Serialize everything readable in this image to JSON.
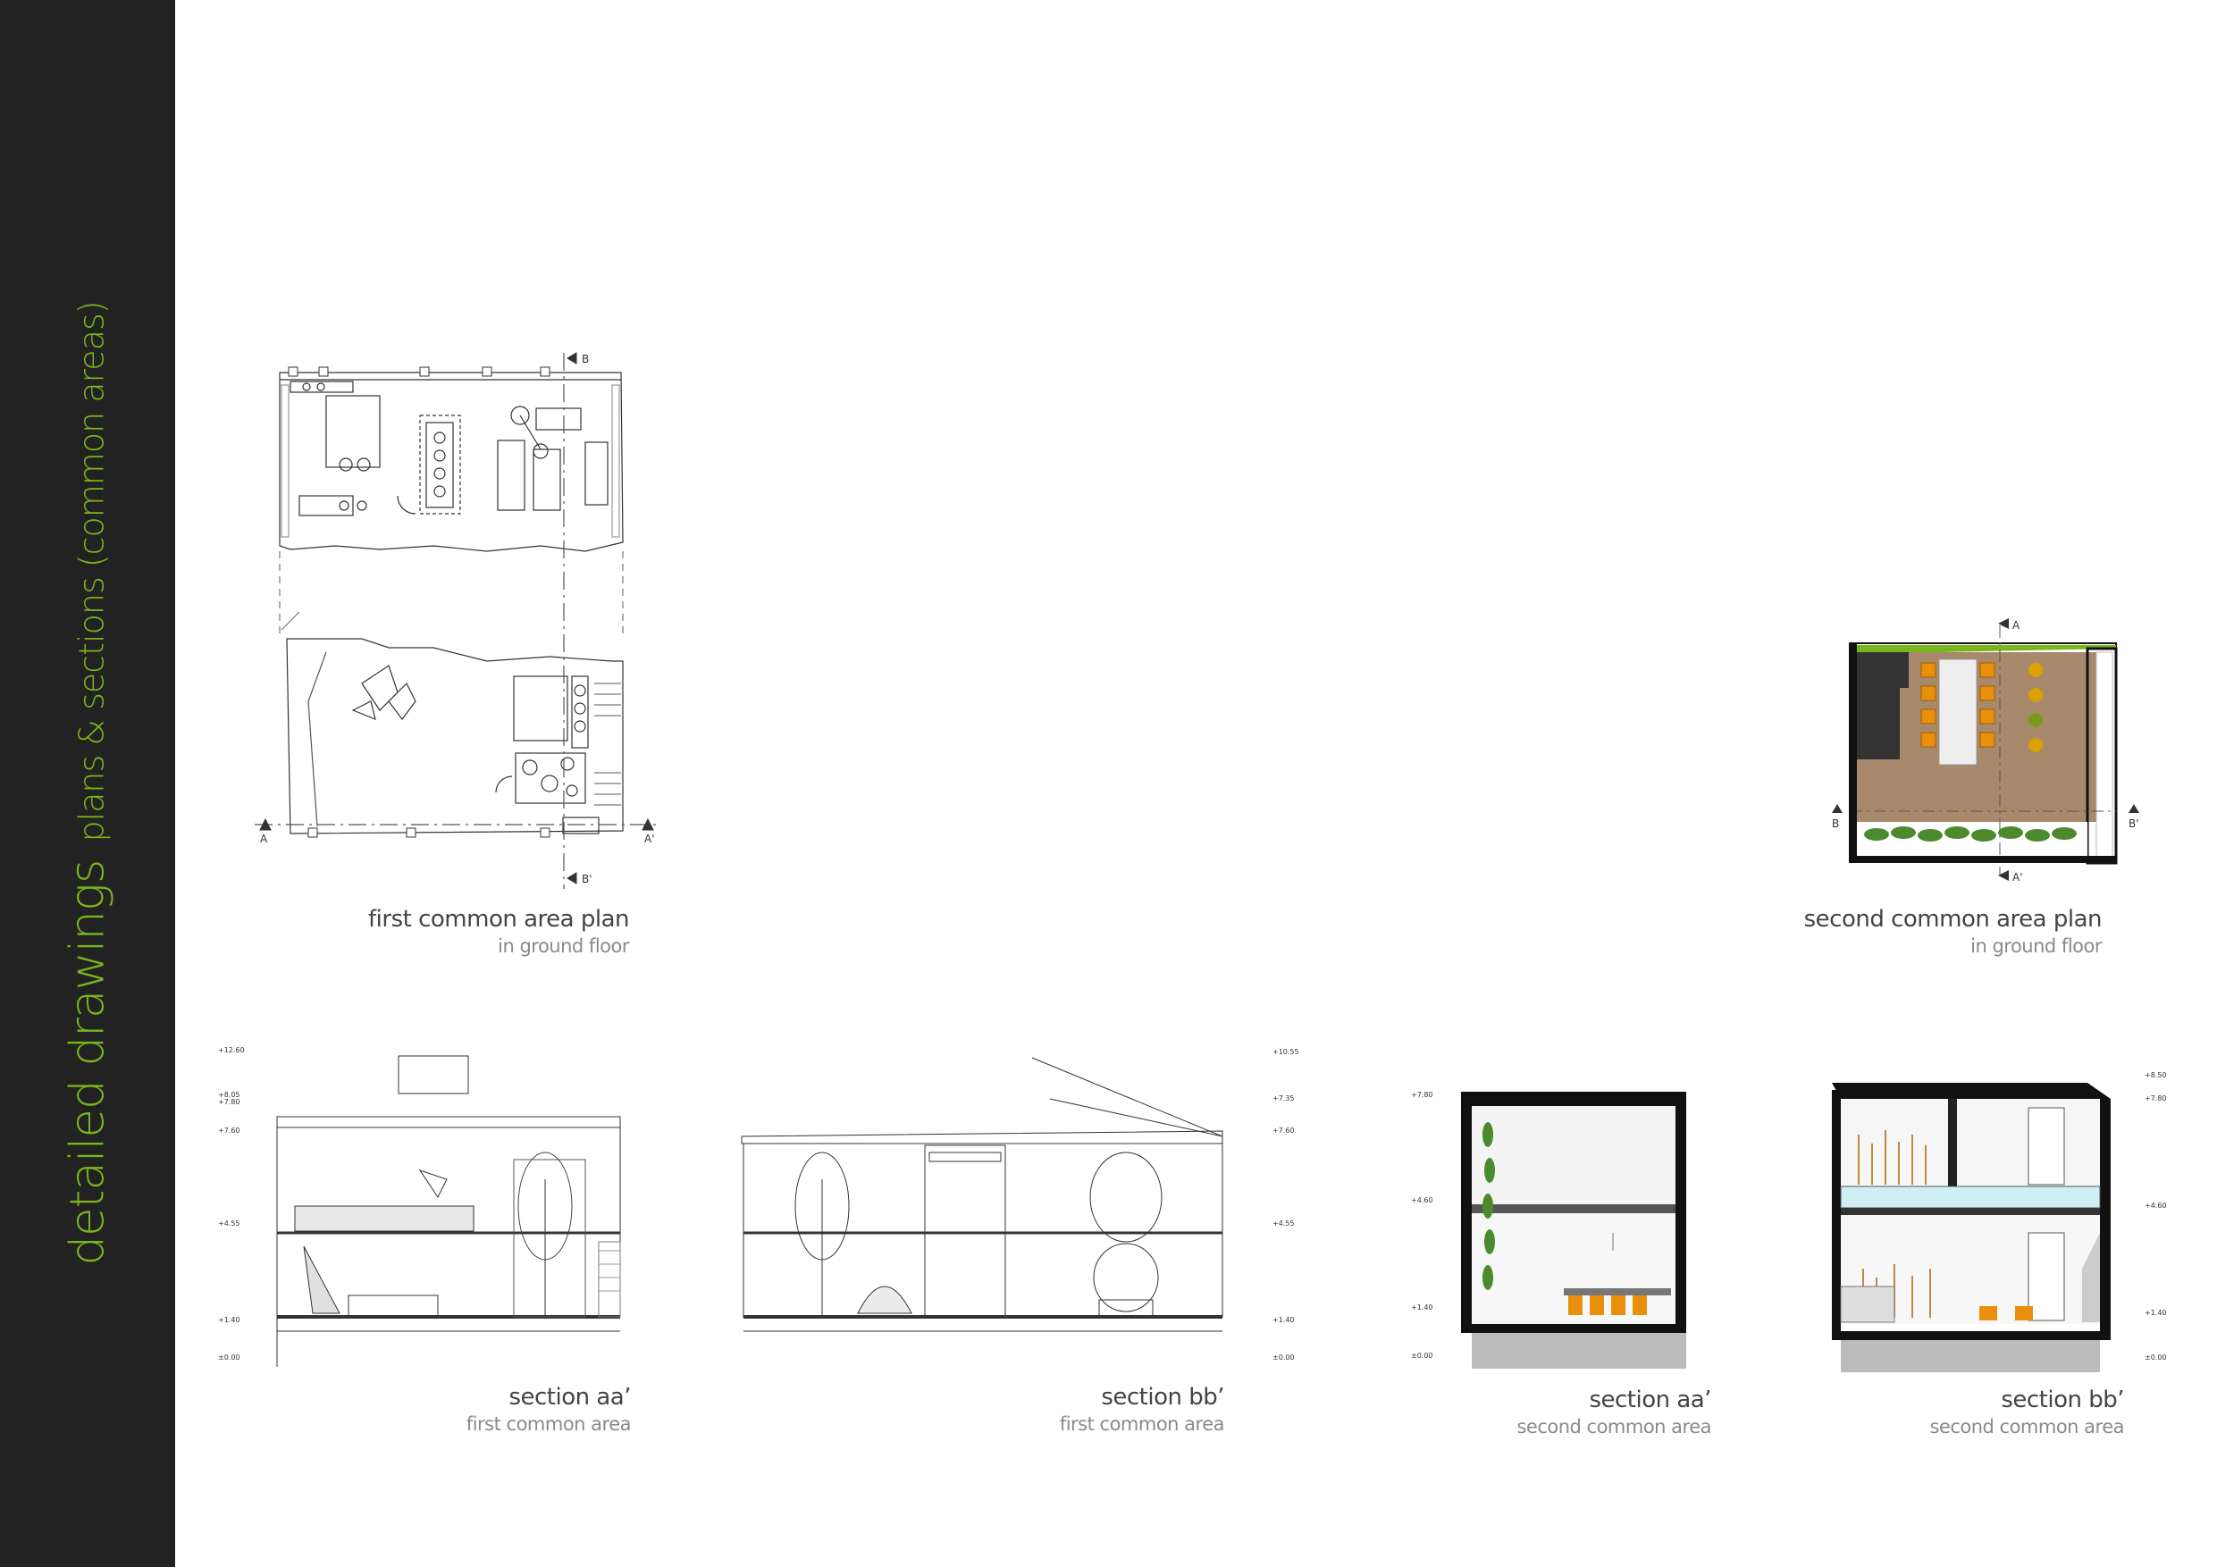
{
  "heading": {
    "title": "detailed drawings",
    "subtitle": "plans & sections (common areas)"
  },
  "captions": {
    "plan1": {
      "title": "first common area plan",
      "subtitle": "in ground floor"
    },
    "plan2": {
      "title": "second common area plan",
      "subtitle": "in ground floor"
    },
    "sec1": {
      "title": "section aa’",
      "subtitle": "first common area"
    },
    "sec2": {
      "title": "section bb’",
      "subtitle": "first common area"
    },
    "sec3": {
      "title": "section aa’",
      "subtitle": "second common area"
    },
    "sec4": {
      "title": "section bb’",
      "subtitle": "second common area"
    }
  },
  "markers": {
    "a": "A",
    "a_prime": "A'",
    "b": "B",
    "b_prime": "B'"
  },
  "levels": {
    "sec1": [
      "+12.60",
      "+8.05",
      "+7.80",
      "+7.60",
      "+4.55",
      "+1.40",
      "±0.00"
    ],
    "sec2": [
      "+10.55",
      "+7.35",
      "+7.60",
      "+4.55",
      "+1.40",
      "±0.00"
    ],
    "sec3": [
      "+7.80",
      "+4.60",
      "+1.40",
      "±0.00"
    ],
    "sec4": [
      "+8.50",
      "+7.80",
      "+4.60",
      "+1.40",
      "±0.00"
    ]
  },
  "colors": {
    "accent": "#7ab51d",
    "sidebar": "#222222",
    "floor": "#a8896b",
    "chair": "#e8900c"
  }
}
